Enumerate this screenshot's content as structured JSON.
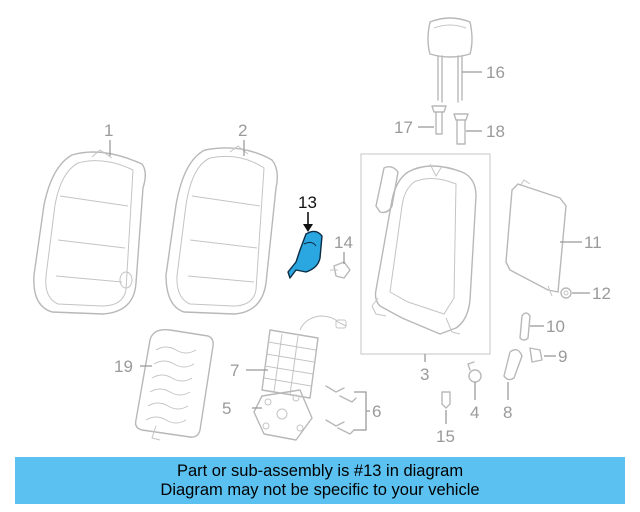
{
  "diagram": {
    "highlighted_part": "13",
    "callouts": [
      "1",
      "2",
      "3",
      "4",
      "5",
      "6",
      "7",
      "8",
      "9",
      "10",
      "11",
      "12",
      "13",
      "14",
      "15",
      "16",
      "17",
      "18",
      "19"
    ]
  },
  "caption": {
    "line1": "Part or sub-assembly is #13 in diagram",
    "line2": "Diagram may not be specific to your vehicle"
  },
  "colors": {
    "caption_background": "#5bc1f0",
    "highlight_part": "#2aa6e0",
    "line_art": "#b8b8b8"
  }
}
